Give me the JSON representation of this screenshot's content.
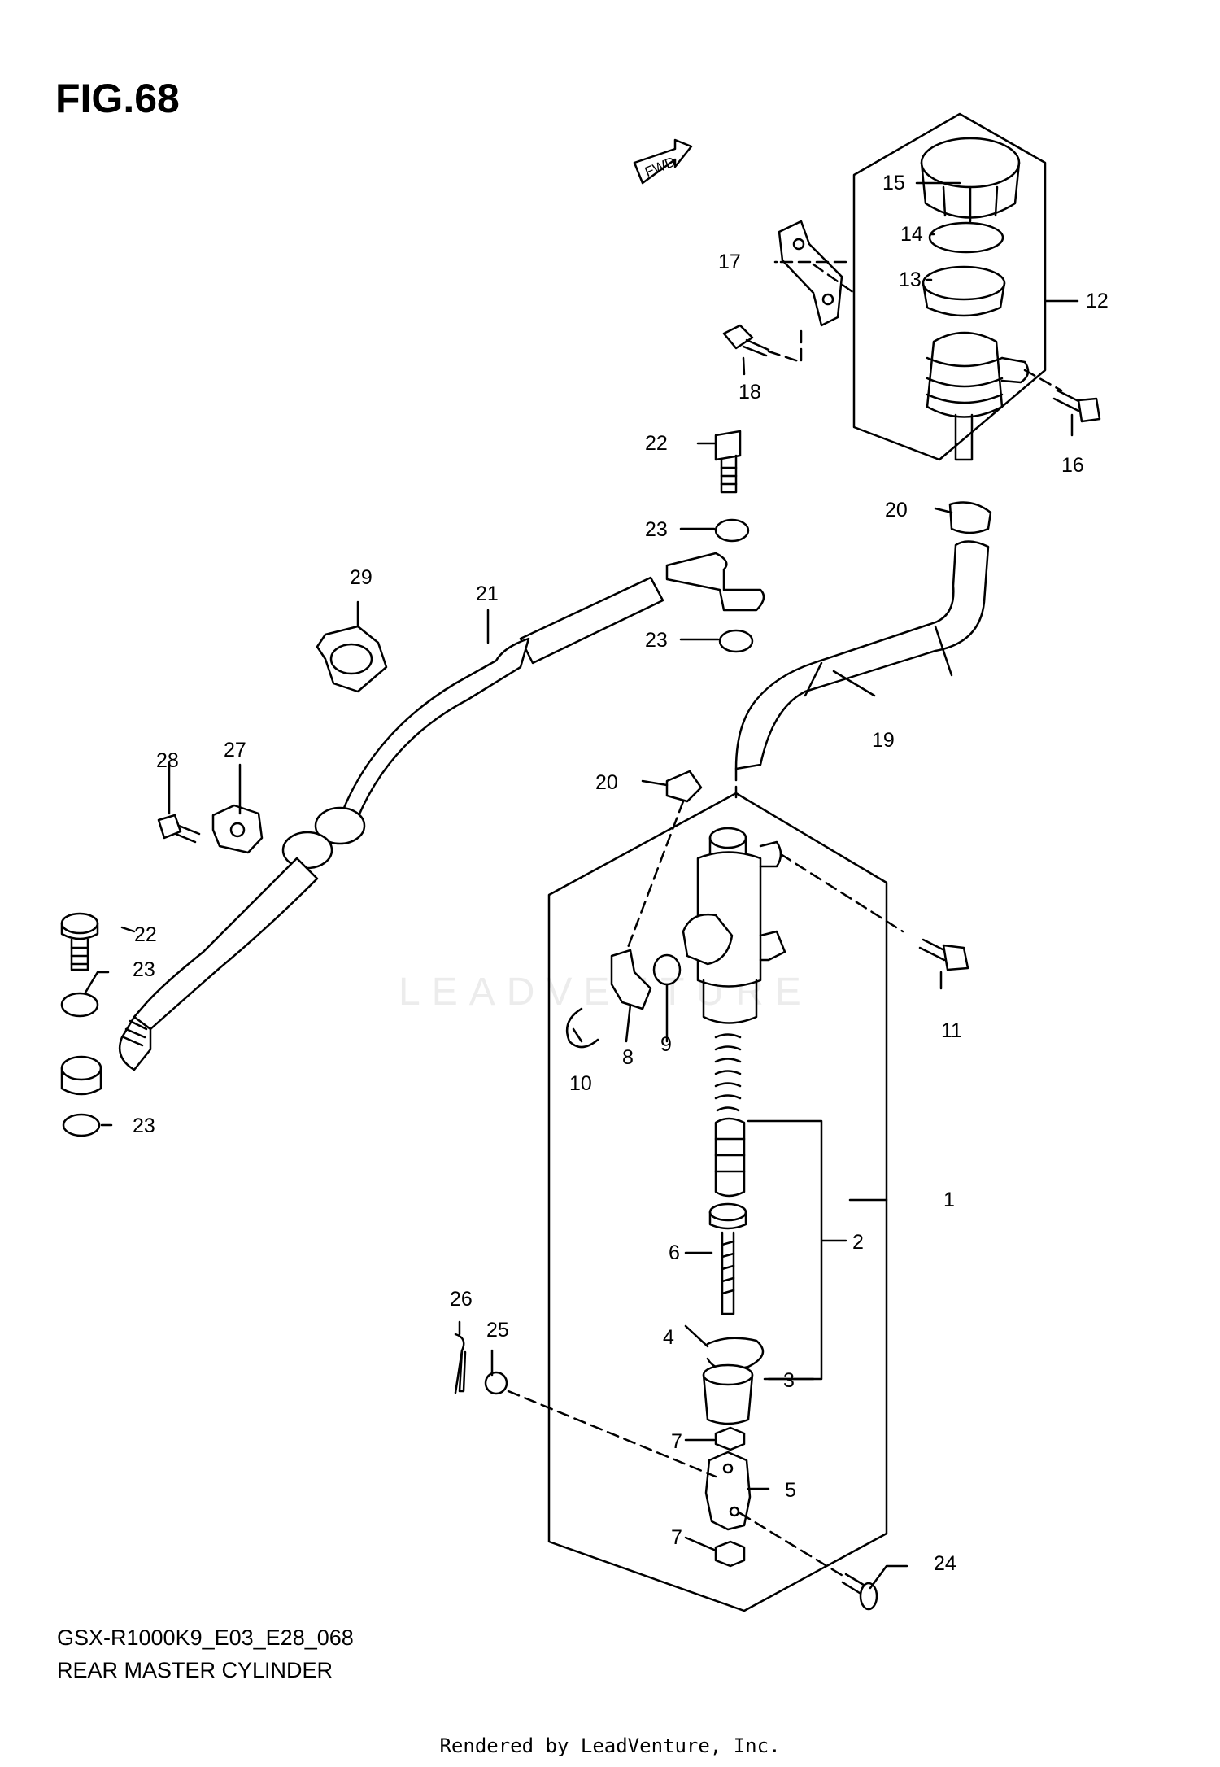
{
  "figure": {
    "title": "FIG.68",
    "model_code": "GSX-R1000K9_E03_E28_068",
    "name": "REAR MASTER CYLINDER",
    "credit": "Rendered by LeadVenture, Inc.",
    "watermark": "LEADVENTURE",
    "fwd_label": "FWD"
  },
  "callouts": {
    "c1": "1",
    "c2": "2",
    "c3": "3",
    "c4": "4",
    "c5": "5",
    "c6": "6",
    "c7a": "7",
    "c7b": "7",
    "c8": "8",
    "c9": "9",
    "c10": "10",
    "c11": "11",
    "c12": "12",
    "c13": "13",
    "c14": "14",
    "c15": "15",
    "c16": "16",
    "c17": "17",
    "c18": "18",
    "c19": "19",
    "c20a": "20",
    "c20b": "20",
    "c21": "21",
    "c22a": "22",
    "c22b": "22",
    "c23a": "23",
    "c23b": "23",
    "c23c": "23",
    "c23d": "23",
    "c24": "24",
    "c25": "25",
    "c26": "26",
    "c27": "27",
    "c28": "28",
    "c29": "29"
  }
}
